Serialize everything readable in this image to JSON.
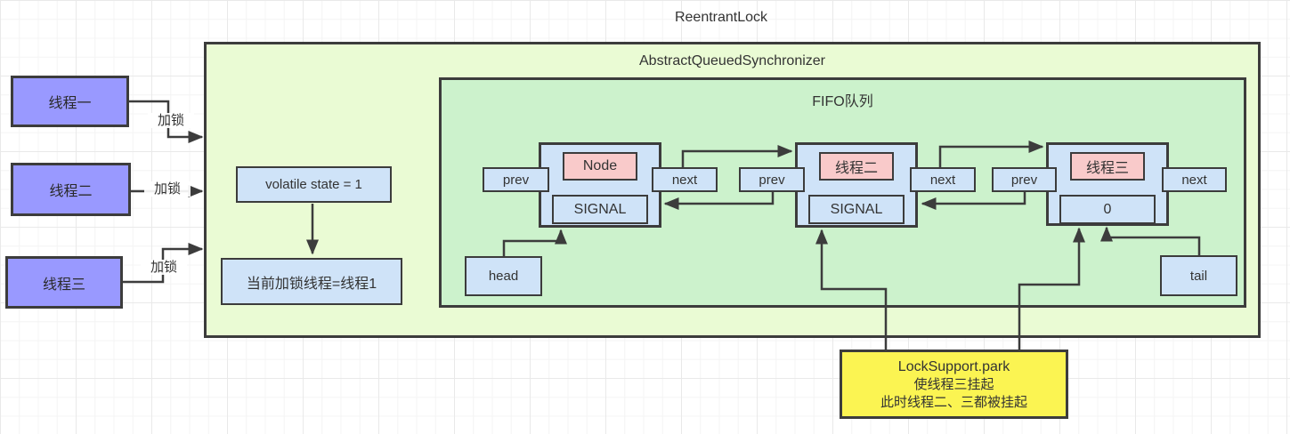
{
  "title": "ReentrantLock",
  "aqs_label": "AbstractQueuedSynchronizer",
  "fifo_label": "FIFO队列",
  "threads": [
    {
      "label": "线程一",
      "lock_label": "加锁"
    },
    {
      "label": "线程二",
      "lock_label": "加锁"
    },
    {
      "label": "线程三",
      "lock_label": "加锁"
    }
  ],
  "state_text": "volatile state = 1",
  "owner_text": "当前加锁线程=线程1",
  "queue_nodes": [
    {
      "title": "Node",
      "status": "SIGNAL",
      "prev_label": "prev",
      "next_label": "next"
    },
    {
      "title": "线程二",
      "status": "SIGNAL",
      "prev_label": "prev",
      "next_label": "next"
    },
    {
      "title": "线程三",
      "status": "0",
      "prev_label": "prev",
      "next_label": "next"
    }
  ],
  "head_label": "head",
  "tail_label": "tail",
  "park_note": [
    "LockSupport.park",
    "使线程三挂起",
    "此时线程二、三都被挂起"
  ],
  "colors": {
    "thread_fill": "#9999ff",
    "aqs_fill": "#eafbd4",
    "fifo_fill": "#ccf2cc",
    "blue_fill": "#cfe3f8",
    "pink_fill": "#f9caca",
    "note_fill": "#fbf452",
    "line": "#3c3c3c"
  }
}
